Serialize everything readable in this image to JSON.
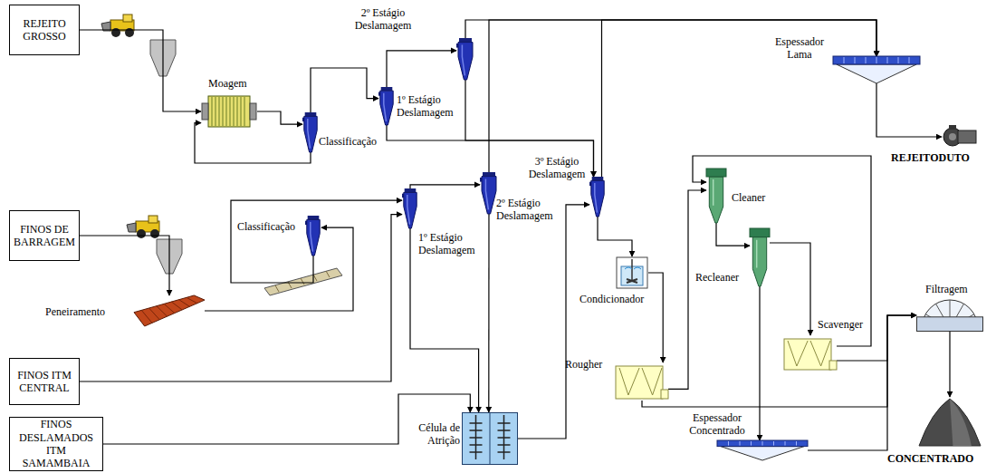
{
  "diagram": {
    "nodes": [
      {
        "text": [
          "REJEITO GROSSO"
        ]
      },
      {
        "text": [
          "Moagem"
        ]
      },
      {
        "text": [
          "Classificação"
        ]
      },
      {
        "text": [
          "1º Estágio Deslamagem"
        ]
      },
      {
        "text": [
          "2º Estágio Deslamagem"
        ]
      },
      {
        "text": [
          "Espessador Lama"
        ]
      },
      {
        "text": [
          "REJEITODUTO"
        ]
      },
      {
        "text": [
          "FINOS DE BARRAGEM"
        ]
      },
      {
        "text": [
          "Peneiramento"
        ]
      },
      {
        "text": [
          "Classificação"
        ]
      },
      {
        "text": [
          "1º Estágio Deslamagem"
        ]
      },
      {
        "text": [
          "2º Estágio Deslamagem"
        ]
      },
      {
        "text": [
          "3º Estágio Deslamagem"
        ]
      },
      {
        "text": [
          "Condicionador"
        ]
      },
      {
        "text": [
          "Rougher"
        ]
      },
      {
        "text": [
          "Cleaner"
        ]
      },
      {
        "text": [
          "Recleaner"
        ]
      },
      {
        "text": [
          "Scavenger"
        ]
      },
      {
        "text": [
          "FINOS ITM CENTRAL"
        ]
      },
      {
        "text": [
          "FINOS DESLAMADOS ITM SAMAMBAIA"
        ]
      },
      {
        "text": [
          "Célula de Atrição"
        ]
      },
      {
        "text": [
          "Espessador Concentrado"
        ]
      },
      {
        "text": [
          "Filtragem"
        ]
      },
      {
        "text": [
          "CONCENTRADO"
        ]
      }
    ],
    "edges": [
      {
        "from": 0,
        "to": 1,
        "arrow": "to"
      },
      {
        "from": 1,
        "to": 2,
        "arrow": "to"
      },
      {
        "from": 2,
        "to": 1,
        "arrow": "to"
      },
      {
        "from": 2,
        "to": 3,
        "arrow": "to"
      },
      {
        "from": 3,
        "to": 4,
        "arrow": "to"
      },
      {
        "from": 4,
        "to": 5,
        "arrow": "to"
      },
      {
        "from": 3,
        "to": 12,
        "arrow": "to"
      },
      {
        "from": 4,
        "to": 12,
        "arrow": "to"
      },
      {
        "from": 7,
        "to": 8,
        "arrow": "to"
      },
      {
        "from": 8,
        "to": 9,
        "arrow": "to"
      },
      {
        "from": 9,
        "to": 10,
        "arrow": "to"
      },
      {
        "from": 18,
        "to": 10,
        "arrow": "to"
      },
      {
        "from": 10,
        "to": 11,
        "arrow": "to"
      },
      {
        "from": 10,
        "to": 20,
        "arrow": "to"
      },
      {
        "from": 11,
        "to": 5,
        "arrow": "to"
      },
      {
        "from": 11,
        "to": 20,
        "arrow": "to"
      },
      {
        "from": 19,
        "to": 20,
        "arrow": "to"
      },
      {
        "from": 20,
        "to": 12,
        "arrow": "to"
      },
      {
        "from": 12,
        "to": 5,
        "arrow": "to"
      },
      {
        "from": 12,
        "to": 13,
        "arrow": "to"
      },
      {
        "from": 13,
        "to": 14,
        "arrow": "to"
      },
      {
        "from": 14,
        "to": 15,
        "arrow": "to"
      },
      {
        "from": 15,
        "to": 16,
        "arrow": "to"
      },
      {
        "from": 16,
        "to": 17,
        "arrow": "to"
      },
      {
        "from": 16,
        "to": 21,
        "arrow": "to"
      },
      {
        "from": 17,
        "to": 15,
        "arrow": "to"
      },
      {
        "from": 17,
        "to": 22,
        "arrow": "to"
      },
      {
        "from": 14,
        "to": 22,
        "arrow": "to"
      },
      {
        "from": 21,
        "to": 22,
        "arrow": "to"
      },
      {
        "from": 22,
        "to": 23,
        "arrow": "to"
      },
      {
        "from": 5,
        "to": 6,
        "arrow": "to"
      }
    ]
  }
}
